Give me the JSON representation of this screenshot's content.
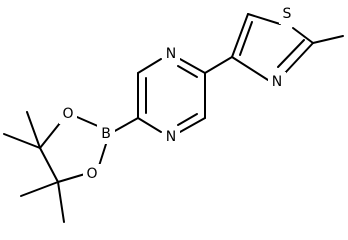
{
  "molecule": {
    "atoms": {
      "S": "S",
      "N_thiazole": "N",
      "N_pyrazine_top": "N",
      "N_pyrazine_bottom": "N",
      "B": "B",
      "O_top": "O",
      "O_bottom": "O"
    }
  }
}
